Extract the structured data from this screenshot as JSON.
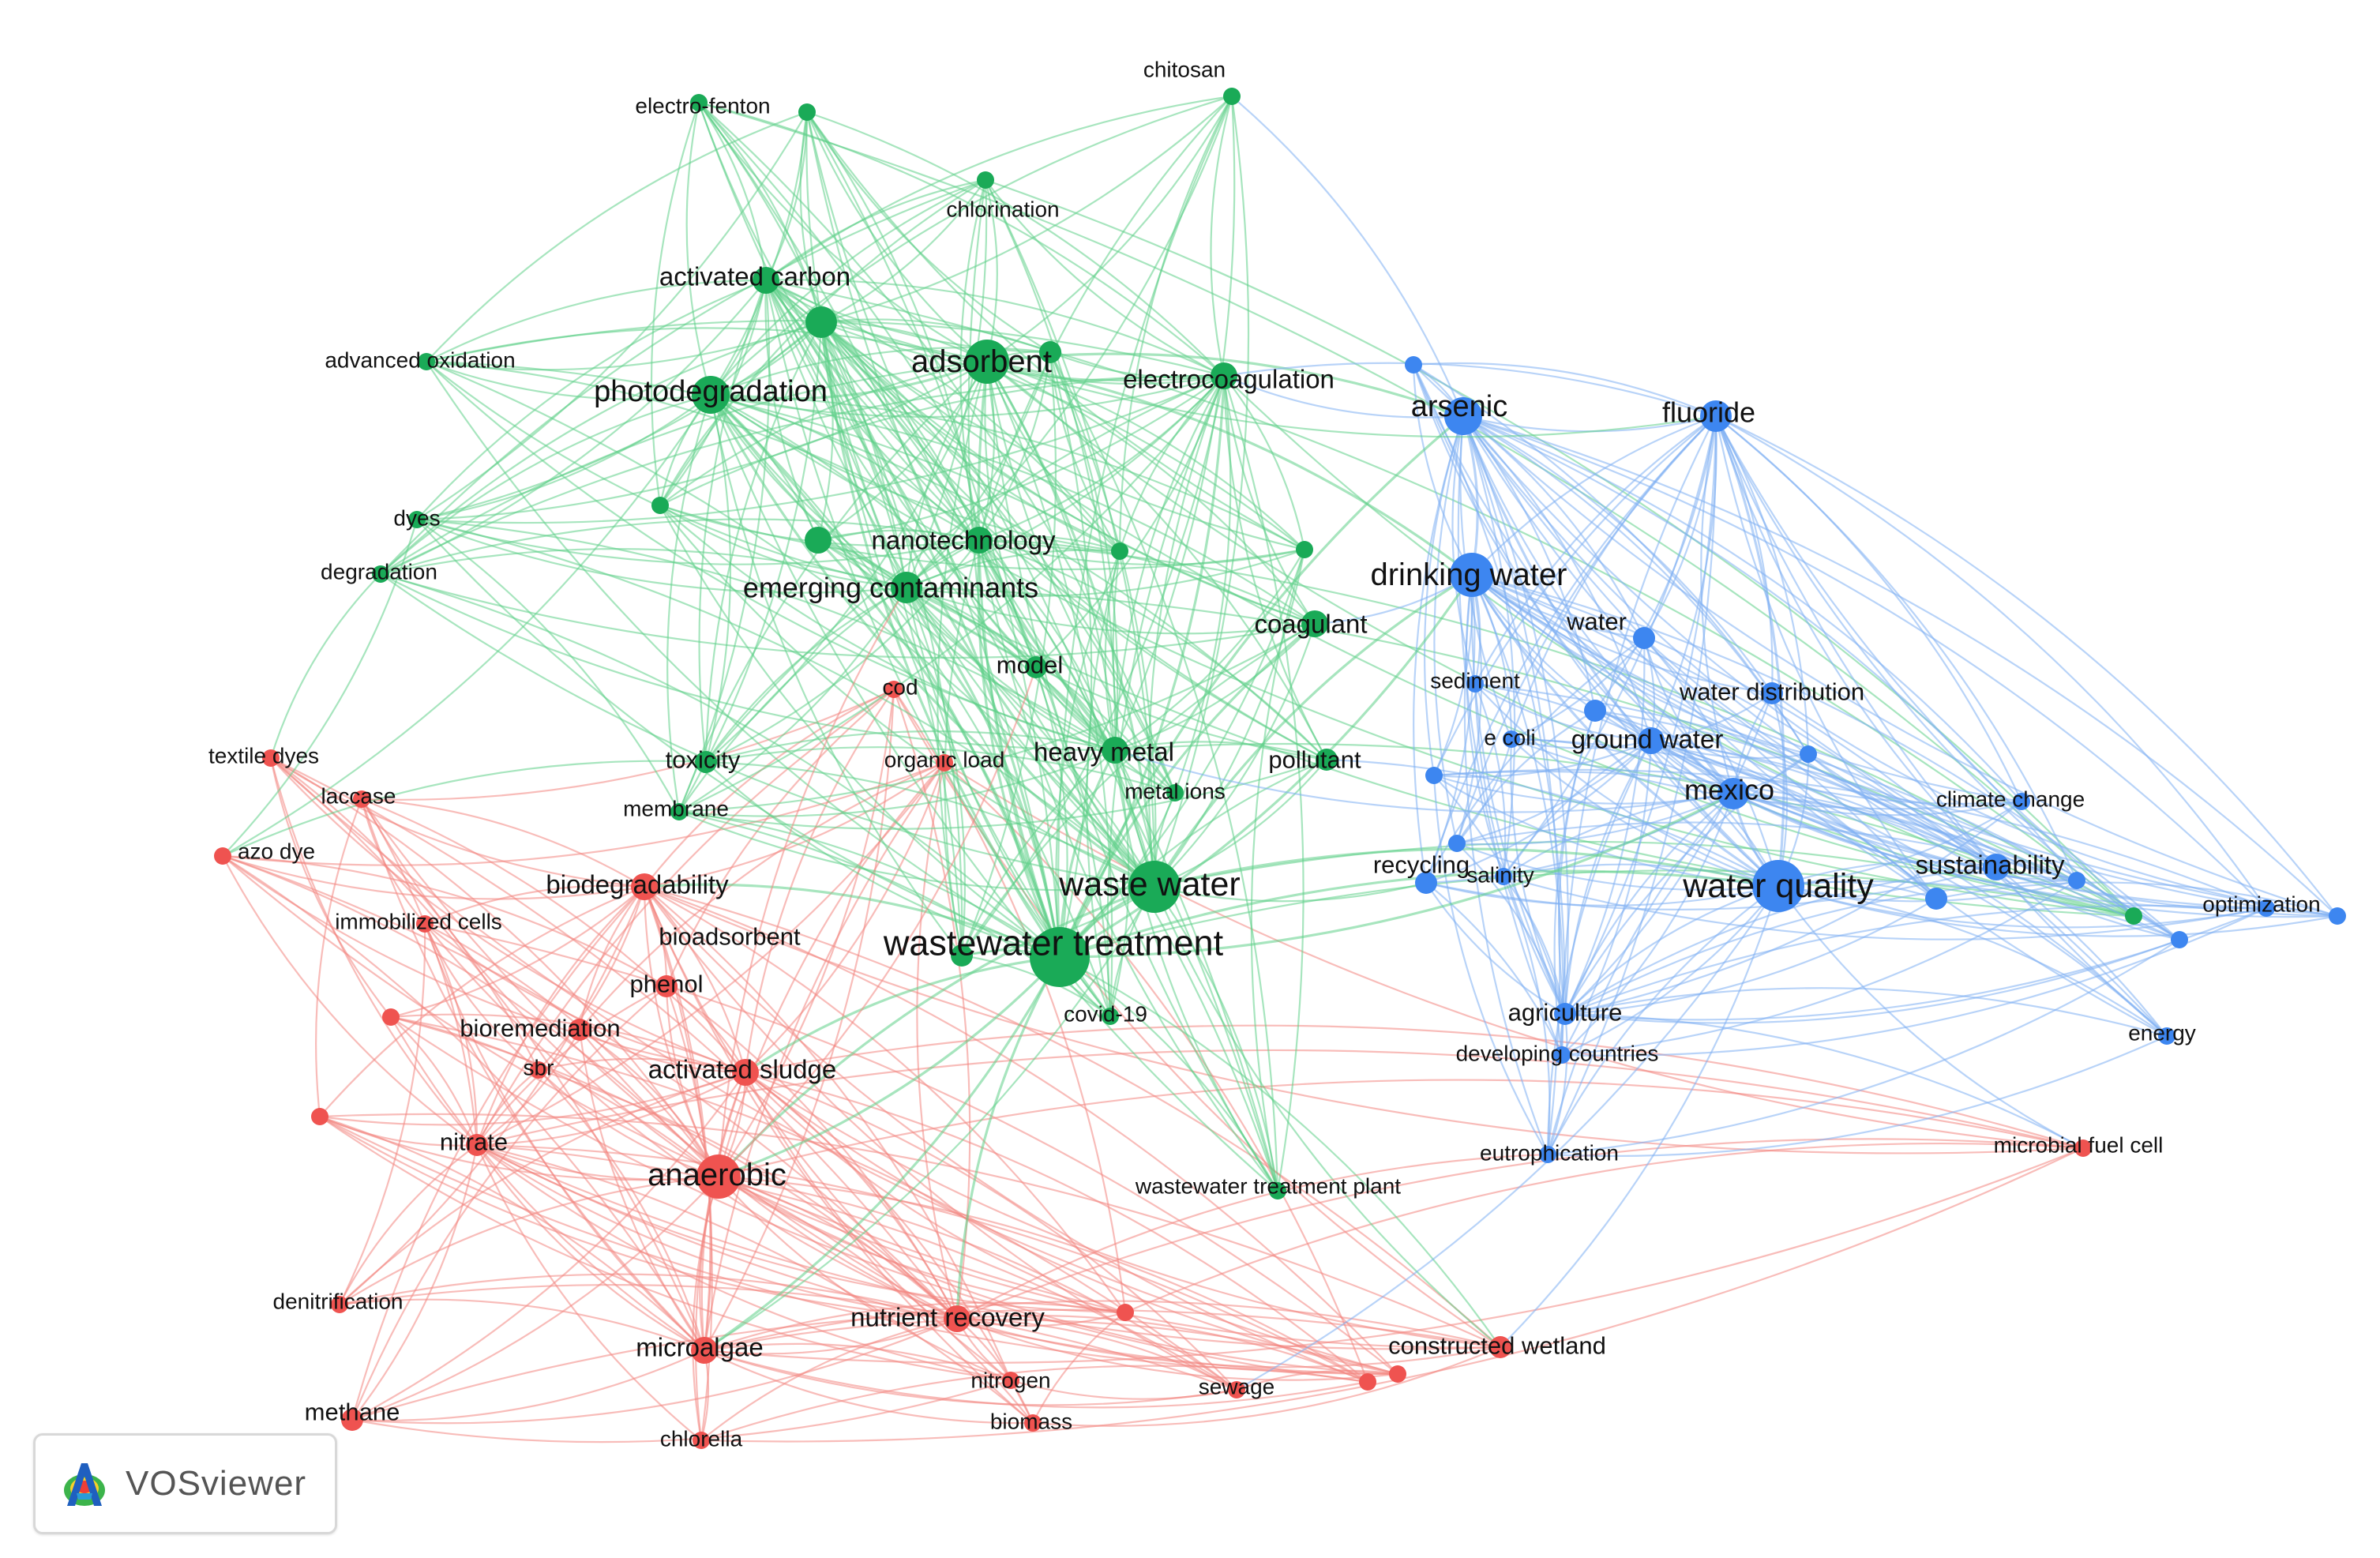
{
  "network": {
    "clusters": {
      "red": {
        "color": "#ef5350",
        "link_color": "#f3857f"
      },
      "green": {
        "color": "#1aaa57",
        "link_color": "#5fcf88"
      },
      "blue": {
        "color": "#3d86f0",
        "link_color": "#7eaef2"
      }
    },
    "nodes": [
      {
        "id": "chitosan",
        "label": "chitosan",
        "cluster": "green",
        "weight": 2
      },
      {
        "id": "electro-fenton",
        "label": "electro-fenton",
        "cluster": "green",
        "weight": 2
      },
      {
        "id": "chlorination",
        "label": "chlorination",
        "cluster": "green",
        "weight": 2
      },
      {
        "id": "activated-carbon",
        "label": "activated carbon",
        "cluster": "green",
        "weight": 4
      },
      {
        "id": "advanced-oxidation",
        "label": "advanced oxidation",
        "cluster": "green",
        "weight": 2
      },
      {
        "id": "photodegradation",
        "label": "photodegradation",
        "cluster": "green",
        "weight": 6
      },
      {
        "id": "adsorbent",
        "label": "adsorbent",
        "cluster": "green",
        "weight": 7
      },
      {
        "id": "electrocoagulation",
        "label": "electrocoagulation",
        "cluster": "green",
        "weight": 4
      },
      {
        "id": "dyes",
        "label": "dyes",
        "cluster": "green",
        "weight": 2
      },
      {
        "id": "degradation",
        "label": "degradation",
        "cluster": "green",
        "weight": 2
      },
      {
        "id": "nanotechnology",
        "label": "nanotechnology",
        "cluster": "green",
        "weight": 4
      },
      {
        "id": "emerging-contaminants",
        "label": "emerging contaminants",
        "cluster": "green",
        "weight": 5
      },
      {
        "id": "coagulant",
        "label": "coagulant",
        "cluster": "green",
        "weight": 4
      },
      {
        "id": "model",
        "label": "model",
        "cluster": "green",
        "weight": 3
      },
      {
        "id": "toxicity",
        "label": "toxicity",
        "cluster": "green",
        "weight": 3
      },
      {
        "id": "membrane",
        "label": "membrane",
        "cluster": "green",
        "weight": 2
      },
      {
        "id": "heavy-metal",
        "label": "heavy metal",
        "cluster": "green",
        "weight": 4
      },
      {
        "id": "metal-ions",
        "label": "metal ions",
        "cluster": "green",
        "weight": 2
      },
      {
        "id": "pollutant",
        "label": "pollutant",
        "cluster": "green",
        "weight": 3
      },
      {
        "id": "bioadsorbent",
        "label": "bioadsorbent",
        "cluster": "green",
        "weight": 3
      },
      {
        "id": "waste-water",
        "label": "waste water",
        "cluster": "green",
        "weight": 8
      },
      {
        "id": "wastewater-treatment",
        "label": "wastewater treatment",
        "cluster": "green",
        "weight": 9
      },
      {
        "id": "covid-19",
        "label": "covid-19",
        "cluster": "green",
        "weight": 2
      },
      {
        "id": "wastewater-treatment-plant",
        "label": "wastewater treatment plant",
        "cluster": "green",
        "weight": 2
      },
      {
        "id": "arsenic",
        "label": "arsenic",
        "cluster": "blue",
        "weight": 6
      },
      {
        "id": "fluoride",
        "label": "fluoride",
        "cluster": "blue",
        "weight": 5
      },
      {
        "id": "drinking-water",
        "label": "drinking water",
        "cluster": "blue",
        "weight": 7
      },
      {
        "id": "water",
        "label": "water",
        "cluster": "blue",
        "weight": 3
      },
      {
        "id": "sediment",
        "label": "sediment",
        "cluster": "blue",
        "weight": 2
      },
      {
        "id": "water-distribution",
        "label": "water distribution",
        "cluster": "blue",
        "weight": 3
      },
      {
        "id": "e-coli",
        "label": "e coli",
        "cluster": "blue",
        "weight": 2
      },
      {
        "id": "ground-water",
        "label": "ground water",
        "cluster": "blue",
        "weight": 4
      },
      {
        "id": "mexico",
        "label": "mexico",
        "cluster": "blue",
        "weight": 5
      },
      {
        "id": "climate-change",
        "label": "climate change",
        "cluster": "blue",
        "weight": 2
      },
      {
        "id": "recycling",
        "label": "recycling",
        "cluster": "blue",
        "weight": 3
      },
      {
        "id": "salinity",
        "label": "salinity",
        "cluster": "blue",
        "weight": 2
      },
      {
        "id": "water-quality",
        "label": "water quality",
        "cluster": "blue",
        "weight": 8
      },
      {
        "id": "sustainability",
        "label": "sustainability",
        "cluster": "blue",
        "weight": 4
      },
      {
        "id": "optimization",
        "label": "optimization",
        "cluster": "blue",
        "weight": 2
      },
      {
        "id": "energy",
        "label": "energy",
        "cluster": "blue",
        "weight": 2
      },
      {
        "id": "agriculture",
        "label": "agriculture",
        "cluster": "blue",
        "weight": 3
      },
      {
        "id": "developing-countries",
        "label": "developing countries",
        "cluster": "blue",
        "weight": 2
      },
      {
        "id": "eutrophication",
        "label": "eutrophication",
        "cluster": "blue",
        "weight": 2
      },
      {
        "id": "cod",
        "label": "cod",
        "cluster": "red",
        "weight": 2
      },
      {
        "id": "organic-load",
        "label": "organic load",
        "cluster": "red",
        "weight": 2
      },
      {
        "id": "textile-dyes",
        "label": "textile dyes",
        "cluster": "red",
        "weight": 2
      },
      {
        "id": "laccase",
        "label": "laccase",
        "cluster": "red",
        "weight": 2
      },
      {
        "id": "azo-dye",
        "label": "azo dye",
        "cluster": "red",
        "weight": 2
      },
      {
        "id": "biodegradability",
        "label": "biodegradability",
        "cluster": "red",
        "weight": 4
      },
      {
        "id": "immobilized-cells",
        "label": "immobilized cells",
        "cluster": "red",
        "weight": 2
      },
      {
        "id": "phenol",
        "label": "phenol",
        "cluster": "red",
        "weight": 3
      },
      {
        "id": "bioremediation",
        "label": "bioremediation",
        "cluster": "red",
        "weight": 3
      },
      {
        "id": "sbr",
        "label": "sbr",
        "cluster": "red",
        "weight": 2
      },
      {
        "id": "activated-sludge",
        "label": "activated sludge",
        "cluster": "red",
        "weight": 4
      },
      {
        "id": "nitrate",
        "label": "nitrate",
        "cluster": "red",
        "weight": 3
      },
      {
        "id": "anaerobic",
        "label": "anaerobic",
        "cluster": "red",
        "weight": 7
      },
      {
        "id": "denitrification",
        "label": "denitrification",
        "cluster": "red",
        "weight": 2
      },
      {
        "id": "methane",
        "label": "methane",
        "cluster": "red",
        "weight": 3
      },
      {
        "id": "microalgae",
        "label": "microalgae",
        "cluster": "red",
        "weight": 4
      },
      {
        "id": "nutrient-recovery",
        "label": "nutrient recovery",
        "cluster": "red",
        "weight": 4
      },
      {
        "id": "nitrogen",
        "label": "nitrogen",
        "cluster": "red",
        "weight": 2
      },
      {
        "id": "biomass",
        "label": "biomass",
        "cluster": "red",
        "weight": 2
      },
      {
        "id": "chlorella",
        "label": "chlorella",
        "cluster": "red",
        "weight": 2
      },
      {
        "id": "sewage",
        "label": "sewage",
        "cluster": "red",
        "weight": 2
      },
      {
        "id": "constructed-wetland",
        "label": "constructed wetland",
        "cluster": "red",
        "weight": 3
      },
      {
        "id": "microbial-fuel-cell",
        "label": "microbial fuel cell",
        "cluster": "red",
        "weight": 2
      },
      {
        "id": "g-u1",
        "label": "",
        "cluster": "green",
        "weight": 2
      },
      {
        "id": "g-u2",
        "label": "",
        "cluster": "green",
        "weight": 5
      },
      {
        "id": "g-u3",
        "label": "",
        "cluster": "green",
        "weight": 3
      },
      {
        "id": "g-u4",
        "label": "",
        "cluster": "green",
        "weight": 2
      },
      {
        "id": "g-u5",
        "label": "",
        "cluster": "green",
        "weight": 4
      },
      {
        "id": "g-u6",
        "label": "",
        "cluster": "green",
        "weight": 2
      },
      {
        "id": "g-u7",
        "label": "",
        "cluster": "green",
        "weight": 2
      },
      {
        "id": "g-u8",
        "label": "",
        "cluster": "green",
        "weight": 2
      },
      {
        "id": "b-u1",
        "label": "",
        "cluster": "blue",
        "weight": 2
      },
      {
        "id": "b-u2",
        "label": "",
        "cluster": "blue",
        "weight": 3
      },
      {
        "id": "b-u3",
        "label": "",
        "cluster": "blue",
        "weight": 2
      },
      {
        "id": "b-u4",
        "label": "",
        "cluster": "blue",
        "weight": 2
      },
      {
        "id": "b-u5",
        "label": "",
        "cluster": "blue",
        "weight": 3
      },
      {
        "id": "b-u6",
        "label": "",
        "cluster": "blue",
        "weight": 2
      },
      {
        "id": "b-u7",
        "label": "",
        "cluster": "blue",
        "weight": 2
      },
      {
        "id": "b-u8",
        "label": "",
        "cluster": "blue",
        "weight": 2
      },
      {
        "id": "b-u9",
        "label": "",
        "cluster": "blue",
        "weight": 2
      },
      {
        "id": "r-u1",
        "label": "",
        "cluster": "red",
        "weight": 2
      },
      {
        "id": "r-u2",
        "label": "",
        "cluster": "red",
        "weight": 2
      },
      {
        "id": "r-u3",
        "label": "",
        "cluster": "red",
        "weight": 2
      },
      {
        "id": "r-u4",
        "label": "",
        "cluster": "red",
        "weight": 2
      },
      {
        "id": "r-u5",
        "label": "",
        "cluster": "red",
        "weight": 2
      }
    ]
  },
  "logo": {
    "label": "VOSviewer"
  }
}
